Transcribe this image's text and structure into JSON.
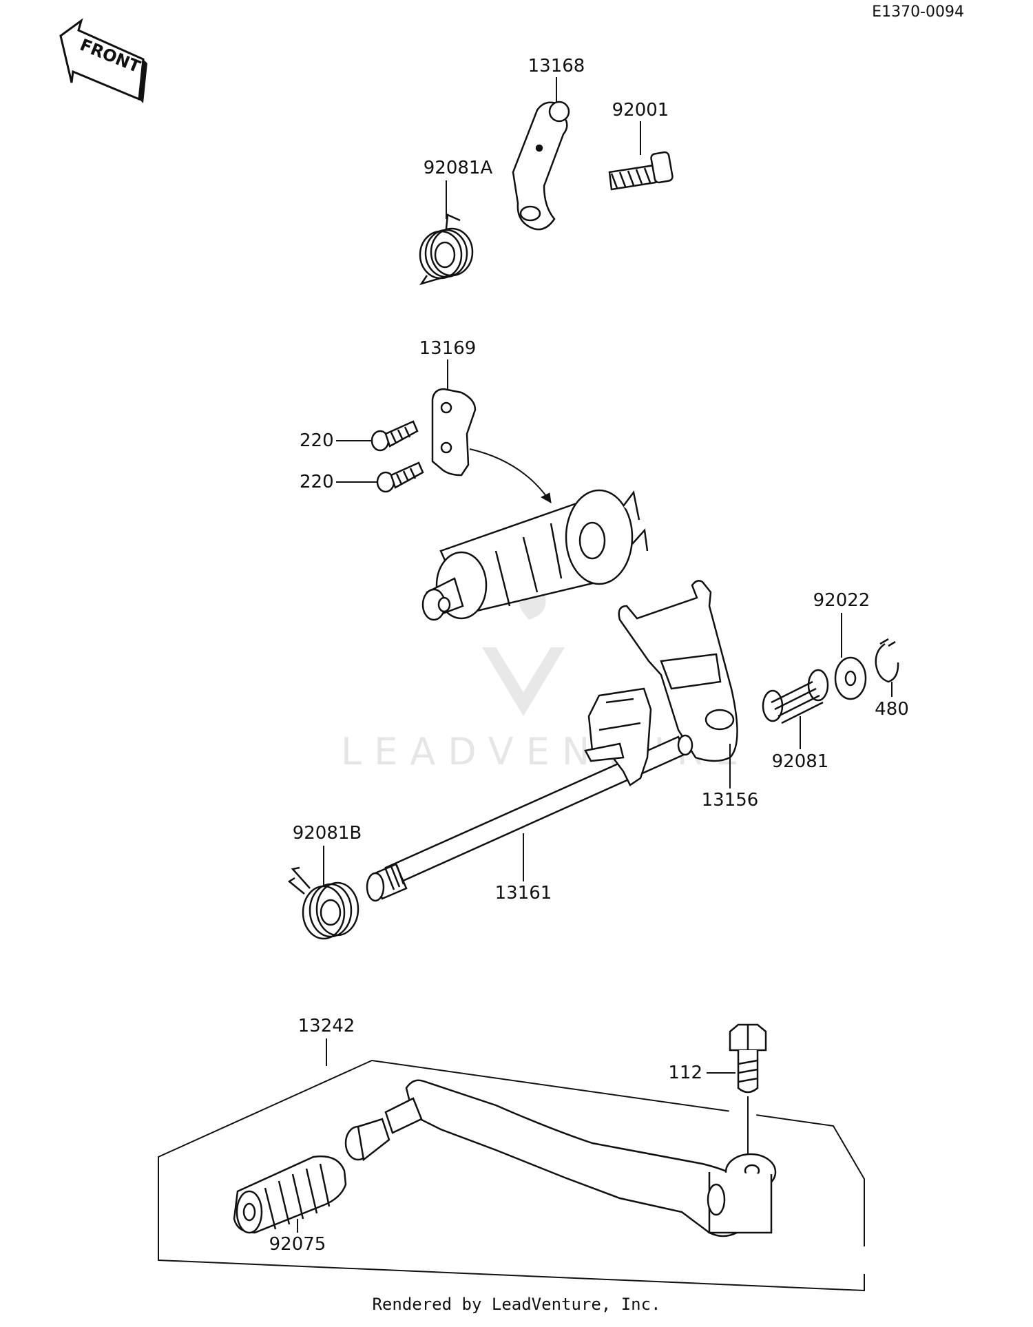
{
  "diagram": {
    "code": "E1370-0094",
    "front_label": "FRONT",
    "watermark": "LEADVENTURE",
    "parts": [
      {
        "id": "13168"
      },
      {
        "id": "92001"
      },
      {
        "id": "92081A"
      },
      {
        "id": "13169"
      },
      {
        "id": "220"
      },
      {
        "id": "220"
      },
      {
        "id": "92022"
      },
      {
        "id": "480"
      },
      {
        "id": "92081"
      },
      {
        "id": "13156"
      },
      {
        "id": "92081B"
      },
      {
        "id": "13161"
      },
      {
        "id": "13242"
      },
      {
        "id": "112"
      },
      {
        "id": "92075"
      }
    ]
  },
  "footer": {
    "text": "Rendered by LeadVenture, Inc."
  }
}
